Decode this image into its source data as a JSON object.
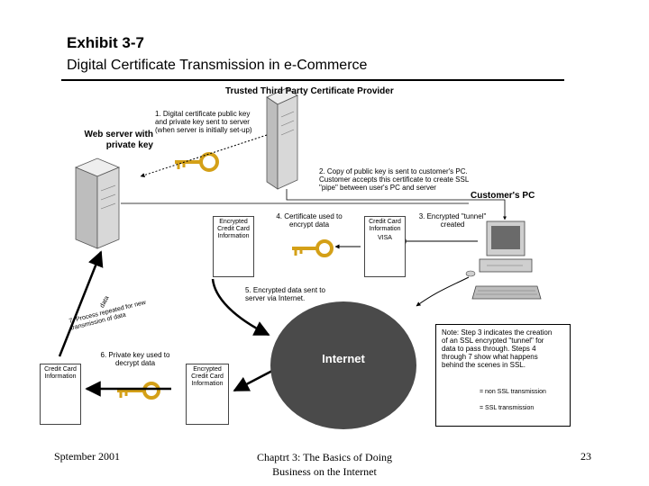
{
  "header": {
    "exhibit": "Exhibit 3-7",
    "title": "Digital Certificate Transmission in e-Commerce"
  },
  "labels": {
    "provider": "Trusted Third Party Certificate Provider",
    "web_server": "Web server with private key",
    "customer_pc": "Customer's PC",
    "internet": "Internet"
  },
  "steps": {
    "step1": "1. Digital certificate public key and private key sent to server (when server is initially set-up)",
    "step2": "2. Copy of public key is sent to customer's PC. Customer accepts this certificate to create SSL \"pipe\" between user's PC and server",
    "step3": "3. Encrypted \"tunnel\" created",
    "step4": "4. Certificate used to encrypt data",
    "step5": "5. Encrypted data sent to server via Internet.",
    "step6": "6. Private key used to decrypt data",
    "step7": "7. Process repeated for new transmission of data",
    "data_label": "data"
  },
  "documents": {
    "encrypted_top": "Encrypted Credit Card Information",
    "credit_card_top": "Credit Card Information",
    "visa": "VISA",
    "credit_card_bottom": "Credit Card Information",
    "encrypted_bottom": "Encrypted Credit Card Information"
  },
  "note": {
    "text": "Note: Step 3 indicates the creation of an SSL encrypted \"tunnel\" for data to pass through. Steps 4 through 7 show what happens behind the scenes in SSL.",
    "legend_non_ssl": "= non SSL transmission",
    "legend_ssl": "= SSL transmission"
  },
  "footer": {
    "date": "Sptember 2001",
    "chapter": "Chaptrt 3: The Basics of Doing Business on the Internet",
    "page": "23"
  },
  "colors": {
    "key": "#d4a017",
    "internet": "#4a4a4a",
    "server": "#d8d8d8"
  }
}
